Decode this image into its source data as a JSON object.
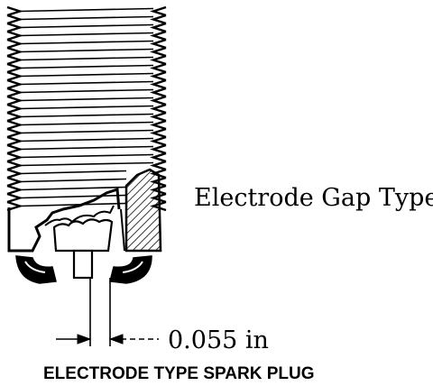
{
  "labels": {
    "gap_type": "Electrode Gap Type",
    "gap_measurement": "0.055 in",
    "caption": "ELECTRODE TYPE SPARK PLUG"
  },
  "colors": {
    "ink": "#000000",
    "paper": "#ffffff"
  }
}
